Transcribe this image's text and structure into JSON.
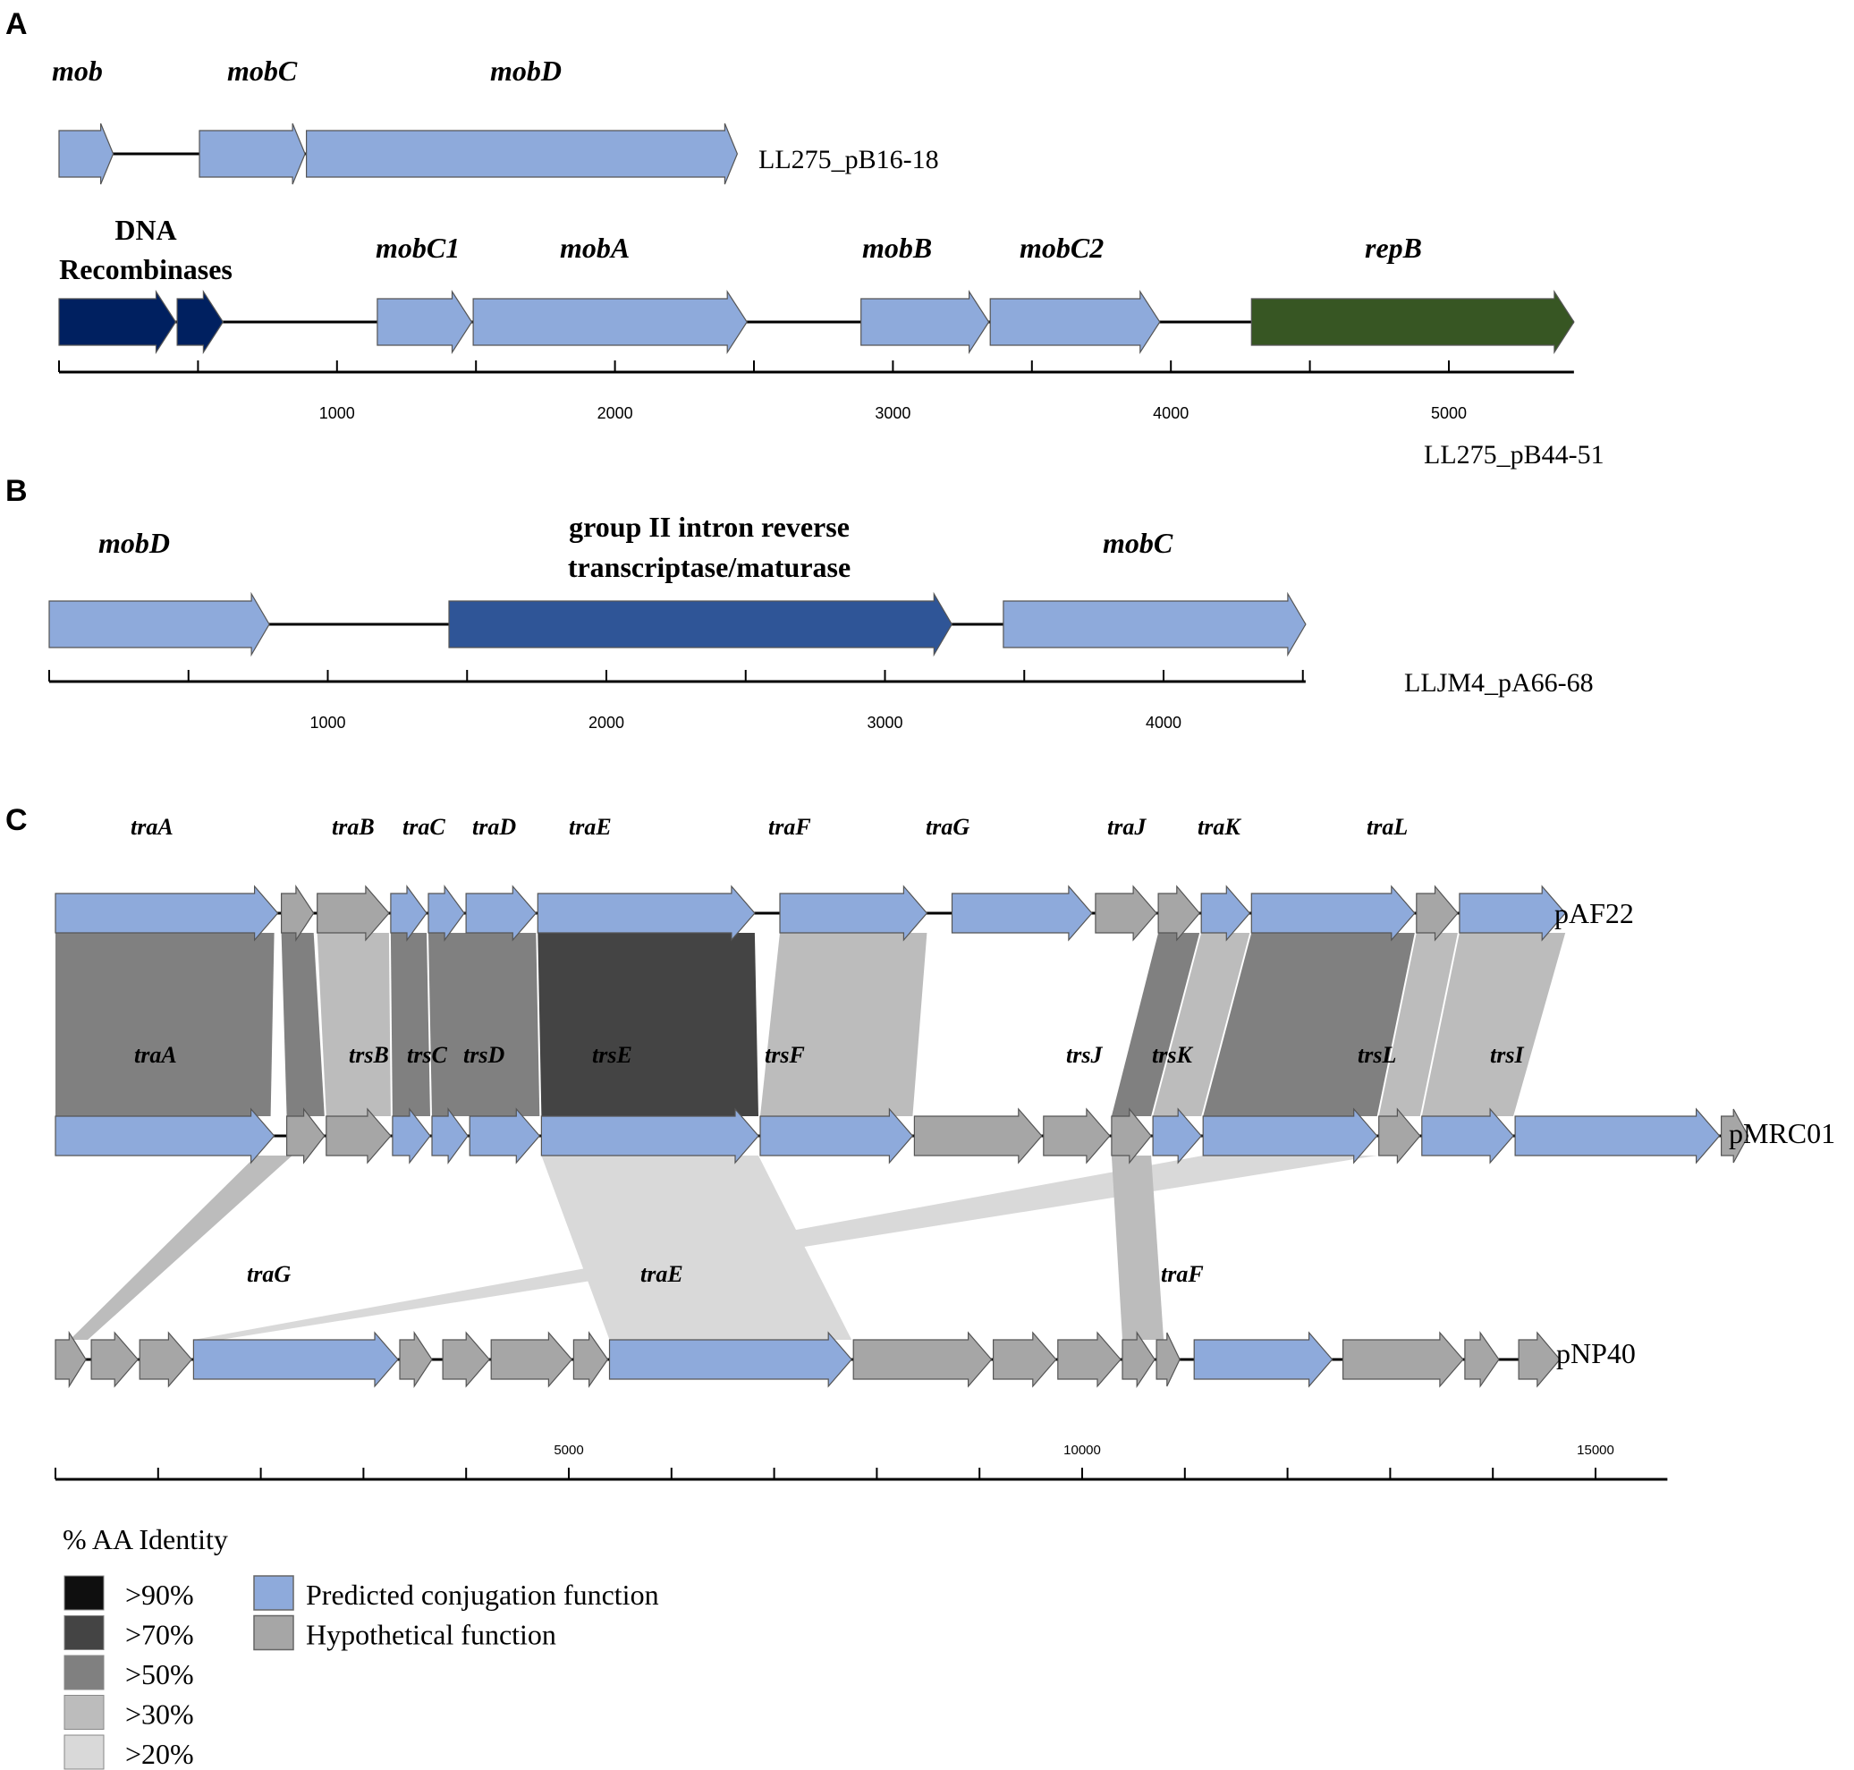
{
  "panels": {
    "A": {
      "label": "A",
      "track1": {
        "name": "LL275_pB16-18",
        "gene_labels": [
          "mob",
          "mobC",
          "mobD"
        ],
        "genes": [
          {
            "start": 0,
            "end": 195,
            "type": "conjugation"
          },
          {
            "start": 505,
            "end": 885,
            "type": "conjugation"
          },
          {
            "start": 890,
            "end": 2440,
            "type": "conjugation"
          }
        ]
      },
      "track2": {
        "name": "LL275_pB44-51",
        "gene_labels": [
          "mobC1",
          "mobA",
          "mobB",
          "mobC2",
          "repB"
        ],
        "dna_label_line1": "DNA",
        "dna_label_line2": "Recombinases",
        "genes": [
          {
            "start": 0,
            "end": 420,
            "type": "recombinase"
          },
          {
            "start": 425,
            "end": 590,
            "type": "recombinase"
          },
          {
            "start": 1145,
            "end": 1485,
            "type": "conjugation"
          },
          {
            "start": 1490,
            "end": 2475,
            "type": "conjugation"
          },
          {
            "start": 2885,
            "end": 3345,
            "type": "conjugation"
          },
          {
            "start": 3350,
            "end": 3960,
            "type": "conjugation"
          },
          {
            "start": 4290,
            "end": 5450,
            "type": "replication"
          }
        ],
        "axis": {
          "ticks": [
            1000,
            2000,
            3000,
            4000,
            5000
          ],
          "max": 5450
        }
      }
    },
    "B": {
      "label": "B",
      "name": "LLJM4_pA66-68",
      "gene_labels": [
        "mobD",
        "mobC"
      ],
      "intron_label_line1": "group II intron reverse",
      "intron_label_line2": "transcriptase/maturase",
      "genes": [
        {
          "start": 0,
          "end": 790,
          "type": "conjugation"
        },
        {
          "start": 1435,
          "end": 3240,
          "type": "intron"
        },
        {
          "start": 3425,
          "end": 4510,
          "type": "conjugation"
        }
      ],
      "axis": {
        "ticks": [
          1000,
          2000,
          3000,
          4000
        ],
        "max": 4510
      }
    },
    "C": {
      "label": "C",
      "tracks": [
        {
          "name": "pAF22",
          "gene_labels": [
            "traA",
            "traB",
            "traC",
            "traD",
            "traE",
            "traF",
            "traG",
            "traJ",
            "traK",
            "traL"
          ],
          "genes": [
            {
              "start": 0,
              "end": 6200,
              "type": "conjugation"
            },
            {
              "start": 6300,
              "end": 7200,
              "type": "hypothetical"
            },
            {
              "start": 7300,
              "end": 9300,
              "type": "hypothetical"
            },
            {
              "start": 9350,
              "end": 10350,
              "type": "conjugation"
            },
            {
              "start": 10400,
              "end": 11400,
              "type": "conjugation"
            },
            {
              "start": 11450,
              "end": 13400,
              "type": "conjugation"
            },
            {
              "start": 13450,
              "end": 19500,
              "type": "conjugation"
            },
            {
              "start": 20200,
              "end": 24300,
              "type": "conjugation"
            },
            {
              "start": 25000,
              "end": 28900,
              "type": "conjugation"
            },
            {
              "start": 29000,
              "end": 30700,
              "type": "hypothetical"
            },
            {
              "start": 30750,
              "end": 31900,
              "type": "hypothetical"
            },
            {
              "start": 31950,
              "end": 33300,
              "type": "conjugation"
            },
            {
              "start": 33350,
              "end": 37900,
              "type": "conjugation"
            },
            {
              "start": 37950,
              "end": 39100,
              "type": "hypothetical"
            },
            {
              "start": 39150,
              "end": 42100,
              "type": "conjugation"
            }
          ]
        },
        {
          "name": "pMRC01",
          "gene_labels": [
            "traA",
            "trsB",
            "trsC",
            "trsD",
            "trsE",
            "trsF",
            "trsJ",
            "trsK",
            "trsL",
            "trsI"
          ],
          "genes": [
            {
              "start": 0,
              "end": 6100,
              "type": "conjugation"
            },
            {
              "start": 6450,
              "end": 7500,
              "type": "hypothetical"
            },
            {
              "start": 7550,
              "end": 9350,
              "type": "hypothetical"
            },
            {
              "start": 9400,
              "end": 10450,
              "type": "conjugation"
            },
            {
              "start": 10500,
              "end": 11500,
              "type": "conjugation"
            },
            {
              "start": 11550,
              "end": 13500,
              "type": "conjugation"
            },
            {
              "start": 13550,
              "end": 19600,
              "type": "conjugation"
            },
            {
              "start": 19650,
              "end": 23900,
              "type": "conjugation"
            },
            {
              "start": 23950,
              "end": 27500,
              "type": "hypothetical"
            },
            {
              "start": 27550,
              "end": 29400,
              "type": "hypothetical"
            },
            {
              "start": 29450,
              "end": 30550,
              "type": "hypothetical"
            },
            {
              "start": 30600,
              "end": 31950,
              "type": "conjugation"
            },
            {
              "start": 32000,
              "end": 36850,
              "type": "conjugation"
            },
            {
              "start": 36900,
              "end": 38050,
              "type": "hypothetical"
            },
            {
              "start": 38100,
              "end": 40650,
              "type": "conjugation"
            },
            {
              "start": 40700,
              "end": 46400,
              "type": "conjugation"
            },
            {
              "start": 46450,
              "end": 47200,
              "type": "hypothetical"
            }
          ]
        },
        {
          "name": "pNP40",
          "gene_labels": [
            "traG",
            "traE",
            "traF"
          ],
          "genes": [
            {
              "start": 0,
              "end": 850,
              "type": "hypothetical"
            },
            {
              "start": 1000,
              "end": 2300,
              "type": "hypothetical"
            },
            {
              "start": 2350,
              "end": 3800,
              "type": "hypothetical"
            },
            {
              "start": 3850,
              "end": 9550,
              "type": "conjugation"
            },
            {
              "start": 9600,
              "end": 10500,
              "type": "hypothetical"
            },
            {
              "start": 10800,
              "end": 12100,
              "type": "hypothetical"
            },
            {
              "start": 12150,
              "end": 14400,
              "type": "hypothetical"
            },
            {
              "start": 14450,
              "end": 15400,
              "type": "hypothetical"
            },
            {
              "start": 15450,
              "end": 22200,
              "type": "conjugation"
            },
            {
              "start": 22250,
              "end": 26100,
              "type": "hypothetical"
            },
            {
              "start": 26150,
              "end": 27900,
              "type": "hypothetical"
            },
            {
              "start": 27950,
              "end": 29700,
              "type": "hypothetical"
            },
            {
              "start": 29750,
              "end": 30650,
              "type": "hypothetical"
            },
            {
              "start": 30700,
              "end": 31350,
              "type": "hypothetical"
            },
            {
              "start": 31750,
              "end": 35600,
              "type": "conjugation"
            },
            {
              "start": 35900,
              "end": 39250,
              "type": "hypothetical"
            },
            {
              "start": 39300,
              "end": 40250,
              "type": "hypothetical"
            },
            {
              "start": 40800,
              "end": 41950,
              "type": "hypothetical"
            }
          ]
        }
      ],
      "links_upper": [
        {
          "a": [
            0,
            6100
          ],
          "b": [
            0,
            6000
          ],
          "identity": ">50%"
        },
        {
          "a": [
            6300,
            7200
          ],
          "b": [
            6450,
            7500
          ],
          "identity": ">50%"
        },
        {
          "a": [
            7300,
            9300
          ],
          "b": [
            7550,
            9350
          ],
          "identity": ">30%"
        },
        {
          "a": [
            9350,
            10350
          ],
          "b": [
            9400,
            10450
          ],
          "identity": ">50%"
        },
        {
          "a": [
            10400,
            13400
          ],
          "b": [
            10500,
            13500
          ],
          "identity": ">50%"
        },
        {
          "a": [
            13450,
            19500
          ],
          "b": [
            13550,
            19600
          ],
          "identity": ">70%"
        },
        {
          "a": [
            20200,
            24300
          ],
          "b": [
            19650,
            23900
          ],
          "identity": ">30%"
        },
        {
          "a": [
            30750,
            31900
          ],
          "b": [
            29450,
            30550
          ],
          "identity": ">50%"
        },
        {
          "a": [
            31950,
            33300
          ],
          "b": [
            30600,
            31950
          ],
          "identity": ">30%"
        },
        {
          "a": [
            33350,
            37900
          ],
          "b": [
            32000,
            36850
          ],
          "identity": ">50%"
        },
        {
          "a": [
            37950,
            39100
          ],
          "b": [
            36900,
            38050
          ],
          "identity": ">30%"
        },
        {
          "a": [
            39150,
            42100
          ],
          "b": [
            38100,
            40650
          ],
          "identity": ">30%"
        }
      ],
      "links_lower": [
        {
          "a": [
            5600,
            6600
          ],
          "b": [
            400,
            900
          ],
          "identity": ">30%"
        },
        {
          "a": [
            32000,
            36850
          ],
          "b": [
            3850,
            4600
          ],
          "identity": ">20%"
        },
        {
          "a": [
            13550,
            19600
          ],
          "b": [
            15450,
            22200
          ],
          "identity": ">20%"
        },
        {
          "a": [
            29450,
            30550
          ],
          "b": [
            29750,
            30900
          ],
          "identity": ">30%"
        }
      ],
      "axis": {
        "ticks": [
          5000,
          10000,
          15000
        ],
        "minor_step": 1000,
        "max": 15700
      }
    }
  },
  "legend": {
    "title": "% AA Identity",
    "identity_levels": [
      {
        "label": ">90%",
        "color": "#0f0f0f"
      },
      {
        "label": ">70%",
        "color": "#444444"
      },
      {
        "label": ">50%",
        "color": "#808080"
      },
      {
        "label": ">30%",
        "color": "#bcbcbc"
      },
      {
        "label": ">20%",
        "color": "#d9d9d9"
      }
    ],
    "function_types": [
      {
        "label": "Predicted conjugation function",
        "color": "#8eaadb"
      },
      {
        "label": "Hypothetical function",
        "color": "#a6a6a6"
      }
    ]
  },
  "colors": {
    "conjugation": "#8eaadb",
    "hypothetical": "#a6a6a6",
    "recombinase": "#002060",
    "intron": "#2f5597",
    "replication": "#375623",
    "line": "#000000"
  }
}
